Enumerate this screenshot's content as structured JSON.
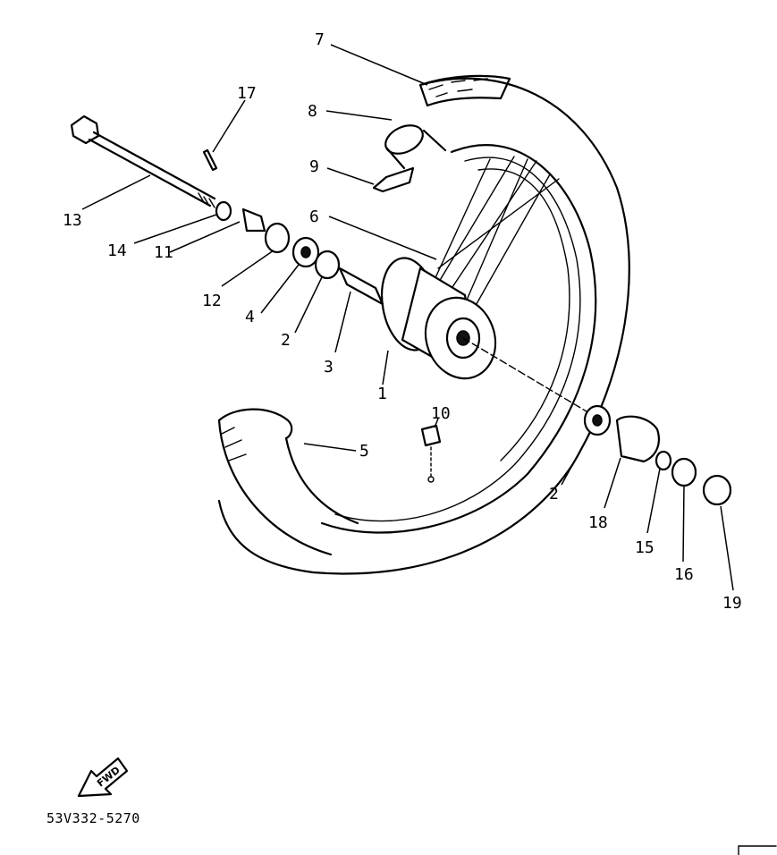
{
  "diagram": {
    "callouts": [
      "7",
      "8",
      "9",
      "17",
      "13",
      "14",
      "11",
      "12",
      "4",
      "2",
      "3",
      "1",
      "6",
      "10",
      "5",
      "2",
      "18",
      "15",
      "16",
      "19"
    ],
    "part_number": "53V332-5270",
    "fwd_label": "FWD"
  }
}
